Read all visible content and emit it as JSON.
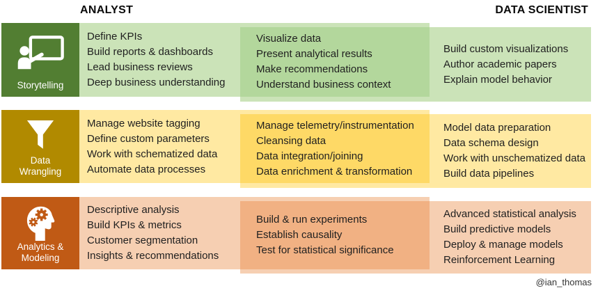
{
  "headers": {
    "left": "ANALYST",
    "right": "DATA SCIENTIST"
  },
  "credit": "@ian_thomas",
  "rows": [
    {
      "label": "Storytelling",
      "icon": "presentation-icon",
      "colors": {
        "dark": "#527e32",
        "light": "#cbe3b8",
        "overlap": "#b3d79c"
      },
      "analyst": [
        "Define KPIs",
        "Build reports & dashboards",
        "Lead business reviews",
        "Deep business understanding"
      ],
      "shared": [
        "Visualize data",
        "Present analytical results",
        "Make recommendations",
        "Understand business context"
      ],
      "scientist": [
        "Build custom visualizations",
        "Author academic papers",
        "Explain model behavior"
      ]
    },
    {
      "label": "Data Wrangling",
      "icon": "funnel-icon",
      "colors": {
        "dark": "#b18a00",
        "light": "#ffe9a2",
        "overlap": "#fed966"
      },
      "analyst": [
        "Manage website tagging",
        "Define custom parameters",
        "Work with schematized data",
        "Automate data processes"
      ],
      "shared": [
        "Manage telemetry/instrumentation",
        "Cleansing data",
        "Data integration/joining",
        "Data enrichment & transformation"
      ],
      "scientist": [
        "Model data preparation",
        "Data schema design",
        "Work with unschematized data",
        "Build data pipelines"
      ]
    },
    {
      "label": "Analytics & Modeling",
      "icon": "head-gears-icon",
      "colors": {
        "dark": "#c05a15",
        "light": "#f6cfb2",
        "overlap": "#f1b183"
      },
      "analyst": [
        "Descriptive analysis",
        "Build KPIs & metrics",
        "Customer segmentation",
        "Insights & recommendations"
      ],
      "shared": [
        "Build & run experiments",
        "Establish causality",
        "Test for statistical significance"
      ],
      "scientist": [
        "Advanced statistical analysis",
        "Build predictive models",
        "Deploy & manage models",
        "Reinforcement Learning"
      ]
    }
  ]
}
